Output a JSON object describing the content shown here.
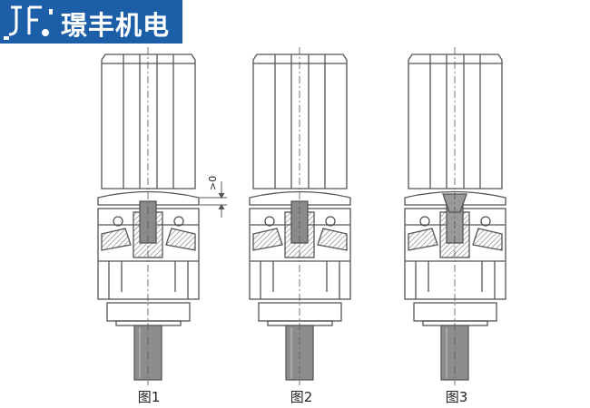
{
  "logo": {
    "mark_letters": "JF",
    "company_name": "璟丰机电",
    "icon": "gear-logo-icon"
  },
  "figures": [
    {
      "caption": "图1",
      "annotation": ">0"
    },
    {
      "caption": "图2"
    },
    {
      "caption": "图3"
    }
  ],
  "colors": {
    "logo_background": "#1d5ea8",
    "line": "#555555",
    "shaft_gray": "#8c8c8c",
    "hatch": "#777777"
  }
}
